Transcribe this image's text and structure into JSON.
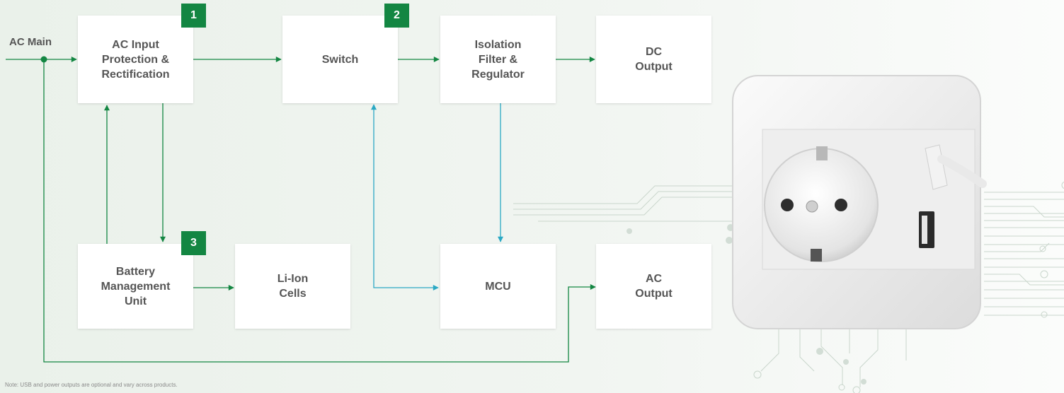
{
  "input_label": "AC Main",
  "blocks": {
    "ac_input": "AC Input\nProtection &\nRectification",
    "switch": "Switch",
    "isolation": "Isolation\nFilter &\nRegulator",
    "dc_output": "DC\nOutput",
    "battery": "Battery\nManagement\nUnit",
    "li_ion": "Li-Ion\nCells",
    "mcu": "MCU",
    "ac_output": "AC\nOutput"
  },
  "badges": {
    "b1": "1",
    "b2": "2",
    "b3": "3"
  },
  "note": "Note: USB and power outputs are optional and vary across products.",
  "colors": {
    "power_path": "#138642",
    "control_path": "#2aa8c4",
    "badge": "#138642"
  }
}
